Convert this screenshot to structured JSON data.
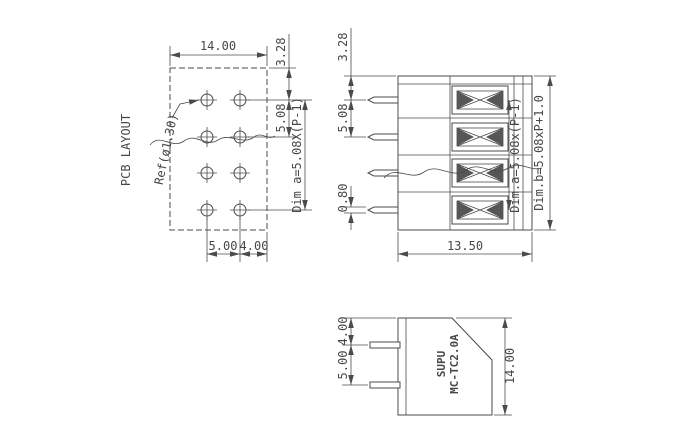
{
  "pcb_layout": {
    "label": "PCB LAYOUT",
    "ref_label": "Ref(ø1.30)",
    "dim_width": "14.00",
    "dim_top_offset": "3.28",
    "dim_pitch": "5.08",
    "dim_pitch_formula": "Dim a=5.08X(P-1)",
    "dim_hole_span": "5.00",
    "dim_edge_offset": "4.00"
  },
  "front_view": {
    "dim_top_offset": "3.28",
    "dim_pitch": "5.08",
    "dim_pin_width": "0.80",
    "dim_body_width": "13.50",
    "dim_pitch_formula": "Dim.a=5.08x(P-1)",
    "dim_overall_formula": "Dim.b=5.08xP+1.0"
  },
  "side_view": {
    "brand_line1": "SUPU",
    "brand_line2": "MC-TC2.0A",
    "dim_pin_top_offset": "4.00",
    "dim_pin_pitch": "5.00",
    "dim_height": "14.00"
  },
  "colors": {
    "line": "#4b4b4b",
    "background": "#ffffff"
  }
}
